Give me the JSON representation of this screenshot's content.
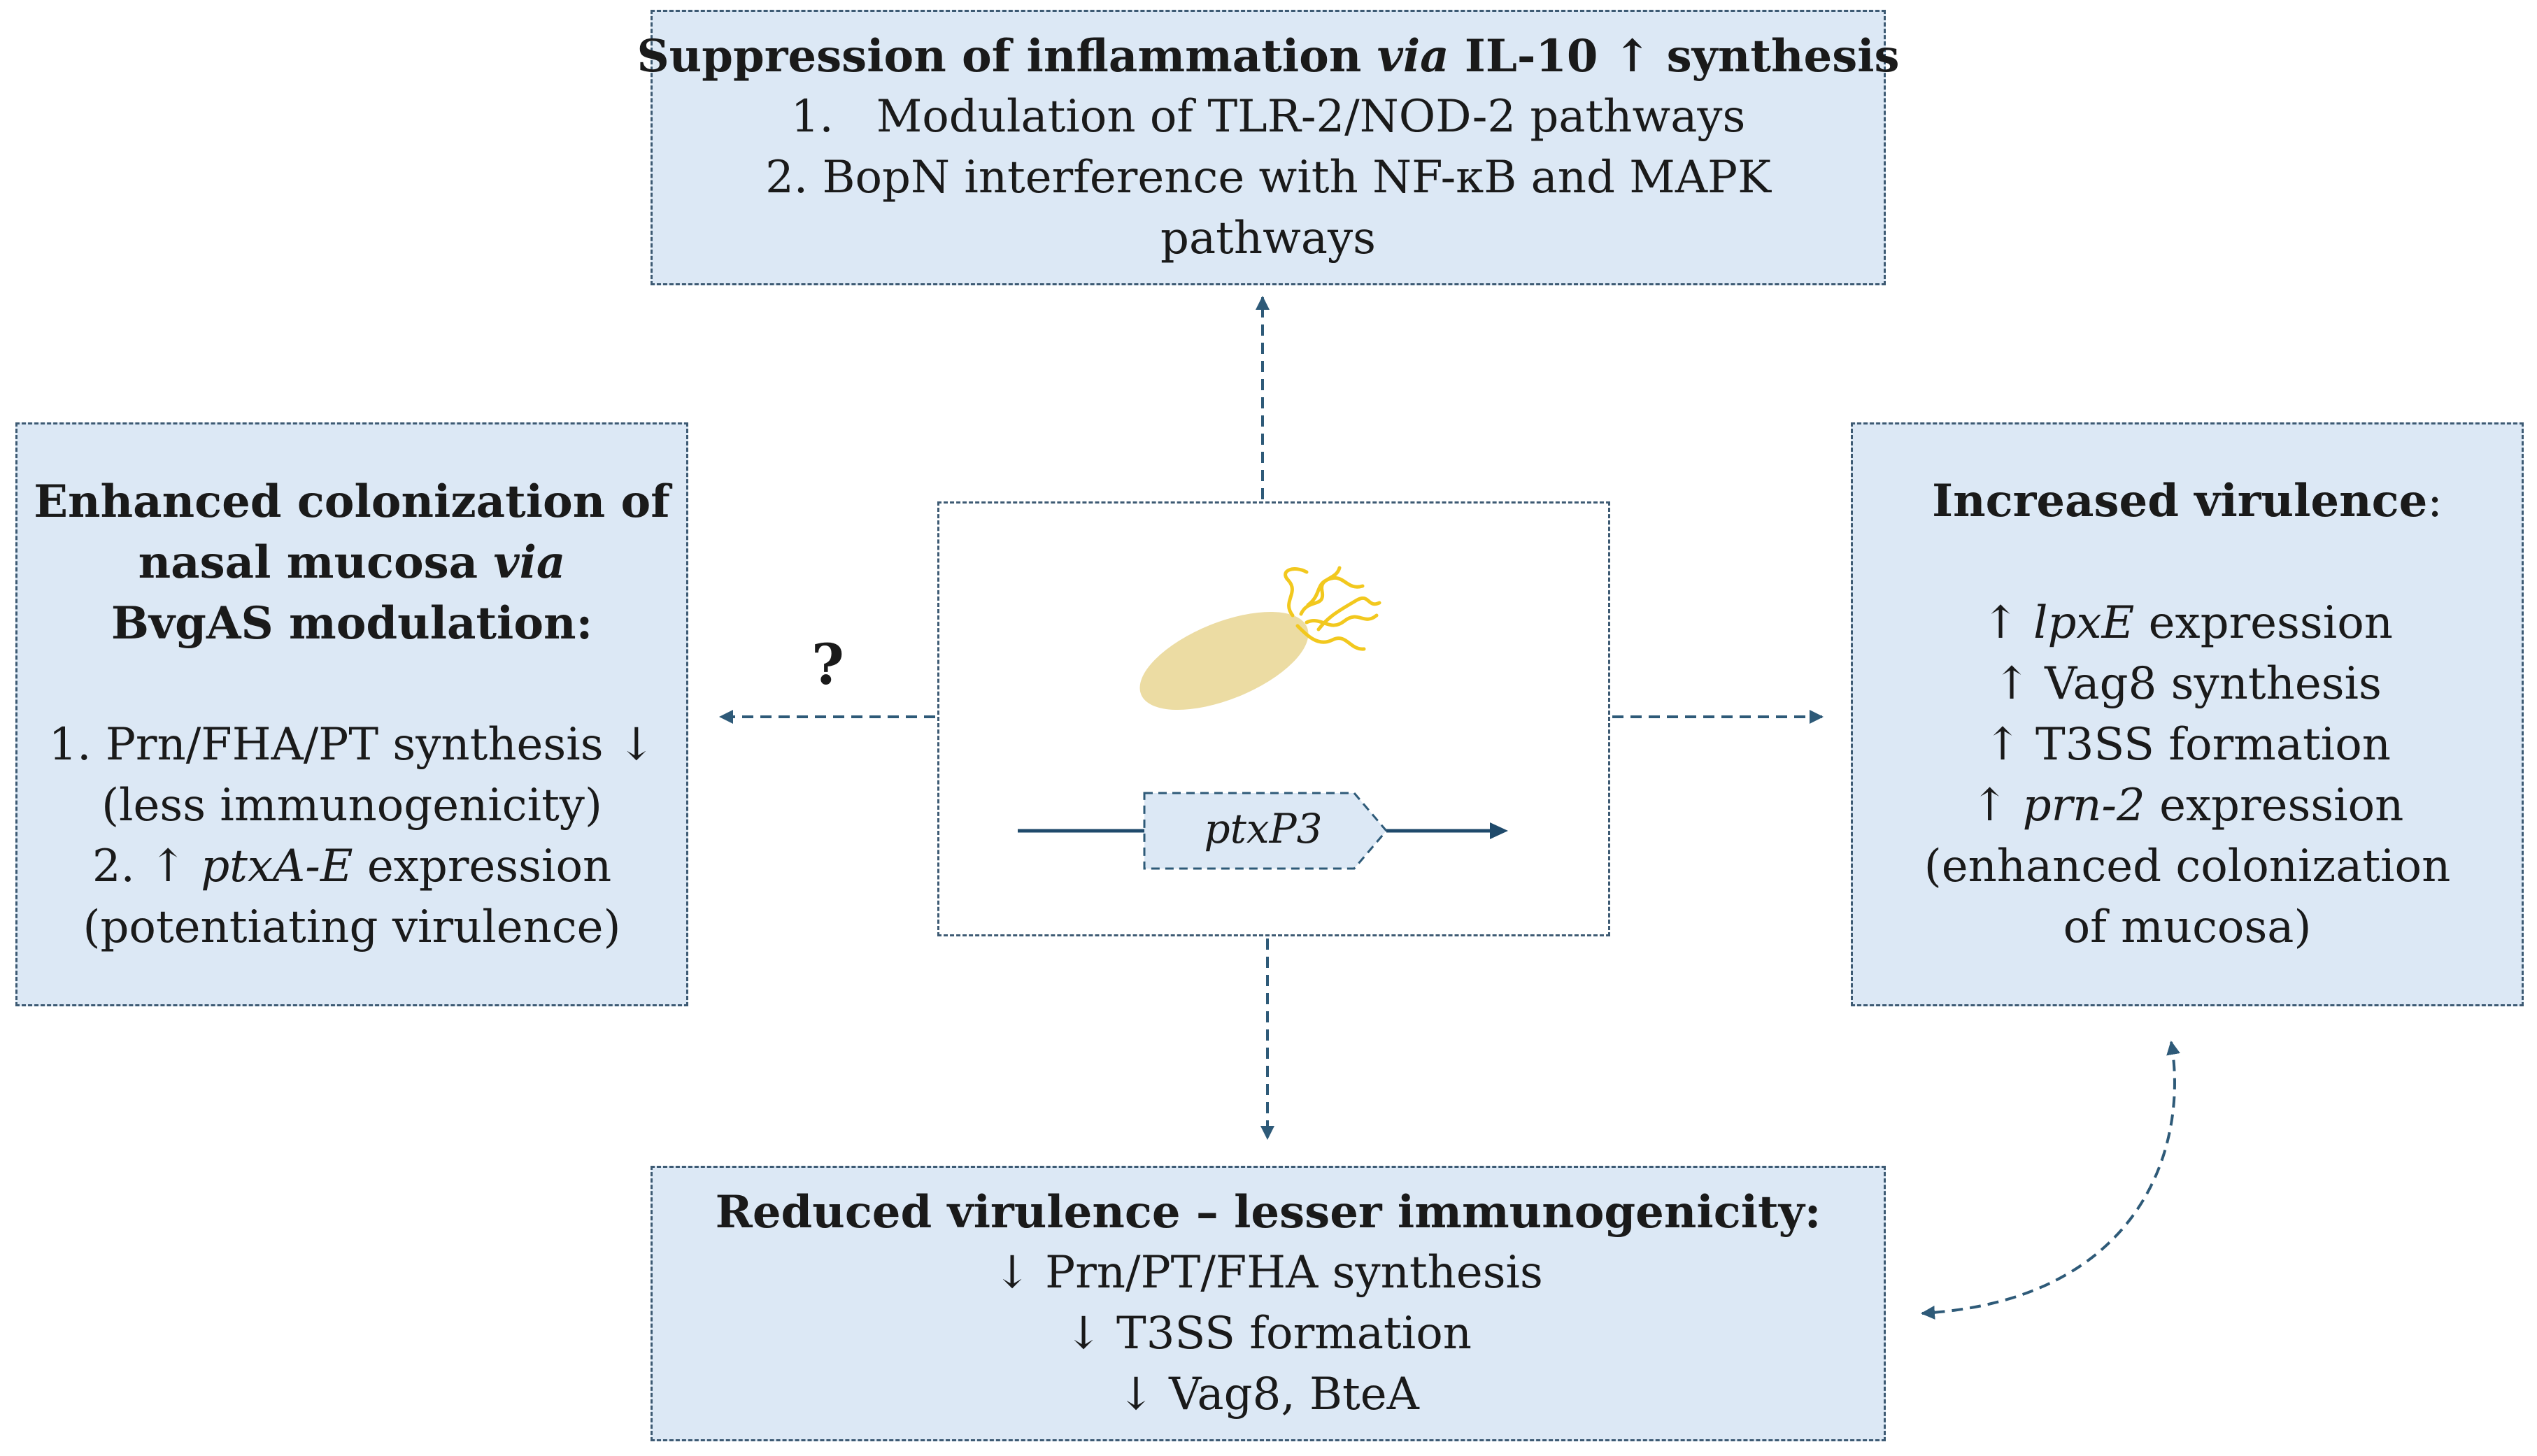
{
  "top_box": {
    "title_pre": "Suppression of inflammation ",
    "title_via": "via",
    "title_post": " IL-10 ↑ synthesis",
    "line1": "1.   Modulation of TLR-2/NOD-2 pathways",
    "line2": "2. BopN interference with NF-κB and MAPK",
    "line3": "pathways"
  },
  "left_box": {
    "title1": "Enhanced colonization of",
    "title2_pre": "nasal mucosa ",
    "title2_via": "via",
    "title3": "BvgAS modulation:",
    "item1": "1. Prn/FHA/PT synthesis ↓",
    "item1_note": "(less immunogenicity)",
    "item2_pre": "2. ↑ ",
    "item2_gene": "ptxA-E",
    "item2_post": " expression",
    "item2_note": "(potentiating virulence)"
  },
  "right_box": {
    "title": "Increased virulence",
    "title_colon": ":",
    "item1_pre": "↑ ",
    "item1_gene": "lpxE",
    "item1_post": " expression",
    "item2": "↑ Vag8 synthesis",
    "item3": "↑ T3SS formation",
    "item4_pre": "↑ ",
    "item4_gene": "prn-2",
    "item4_post": " expression",
    "item4_note1": "(enhanced colonization",
    "item4_note2": "of mucosa)"
  },
  "bottom_box": {
    "title": "Reduced virulence – lesser immunogenicity:",
    "item1": "↓ Prn/PT/FHA synthesis",
    "item2": "↓ T3SS formation",
    "item3": "↓ Vag8, BteA"
  },
  "center": {
    "gene": "ptxP3",
    "question_mark": "?"
  },
  "colors": {
    "box_fill": "#dce8f5",
    "border": "#3d5a73",
    "arrow": "#2e5a78",
    "bacterium_body": "#ecdca3",
    "flagella": "#f2c81e"
  }
}
